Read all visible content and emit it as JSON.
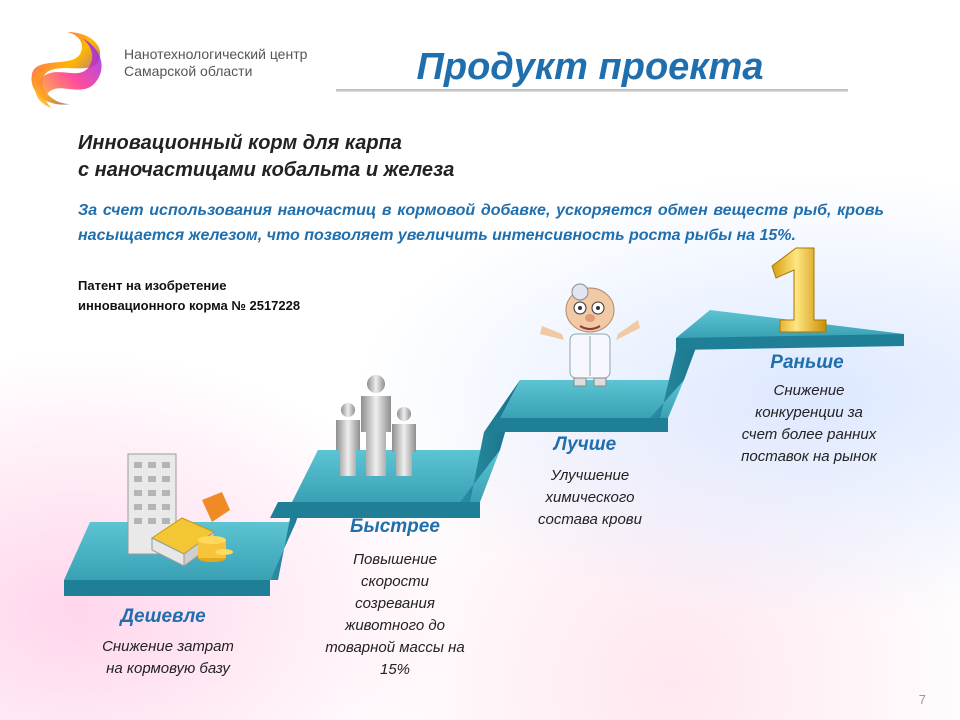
{
  "header": {
    "org_line1": "Нанотехнологический центр",
    "org_line2": "Самарской области",
    "title": "Продукт проекта"
  },
  "content": {
    "subtitle_line1": "Инновационный корм для карпа",
    "subtitle_line2": "с наночастицами кобальта и железа",
    "description": "За счет использования наночастиц в кормовой добавке, ускоряется обмен веществ рыб, кровь насыщается железом, что позволяет увеличить интенсивность роста рыбы на 15%.",
    "patent_line1": "Патент на изобретение",
    "patent_line2": "инновационного корма № 2517228"
  },
  "steps": [
    {
      "title": "Дешевле",
      "lines": [
        "Снижение затрат",
        "на кормовую базу"
      ]
    },
    {
      "title": "Быстрее",
      "lines": [
        "Повышение",
        "скорости",
        "созревания",
        "животного до",
        "товарной массы на",
        "15%"
      ]
    },
    {
      "title": "Лучше",
      "lines": [
        "Улучшение",
        "химического",
        "состава крови"
      ]
    },
    {
      "title": "Раньше",
      "lines": [
        "Снижение",
        "конкуренции за",
        "счет более ранних",
        "поставок на рынок"
      ]
    }
  ],
  "colors": {
    "accent": "#1f6fae",
    "stairs_top": "#4fb3c4",
    "stairs_side": "#1f7f96"
  },
  "icons": [
    "logo",
    "building-with-coins-icon",
    "people-group-icon",
    "doctor-character-icon",
    "number-one-icon"
  ],
  "slide_number": "7"
}
